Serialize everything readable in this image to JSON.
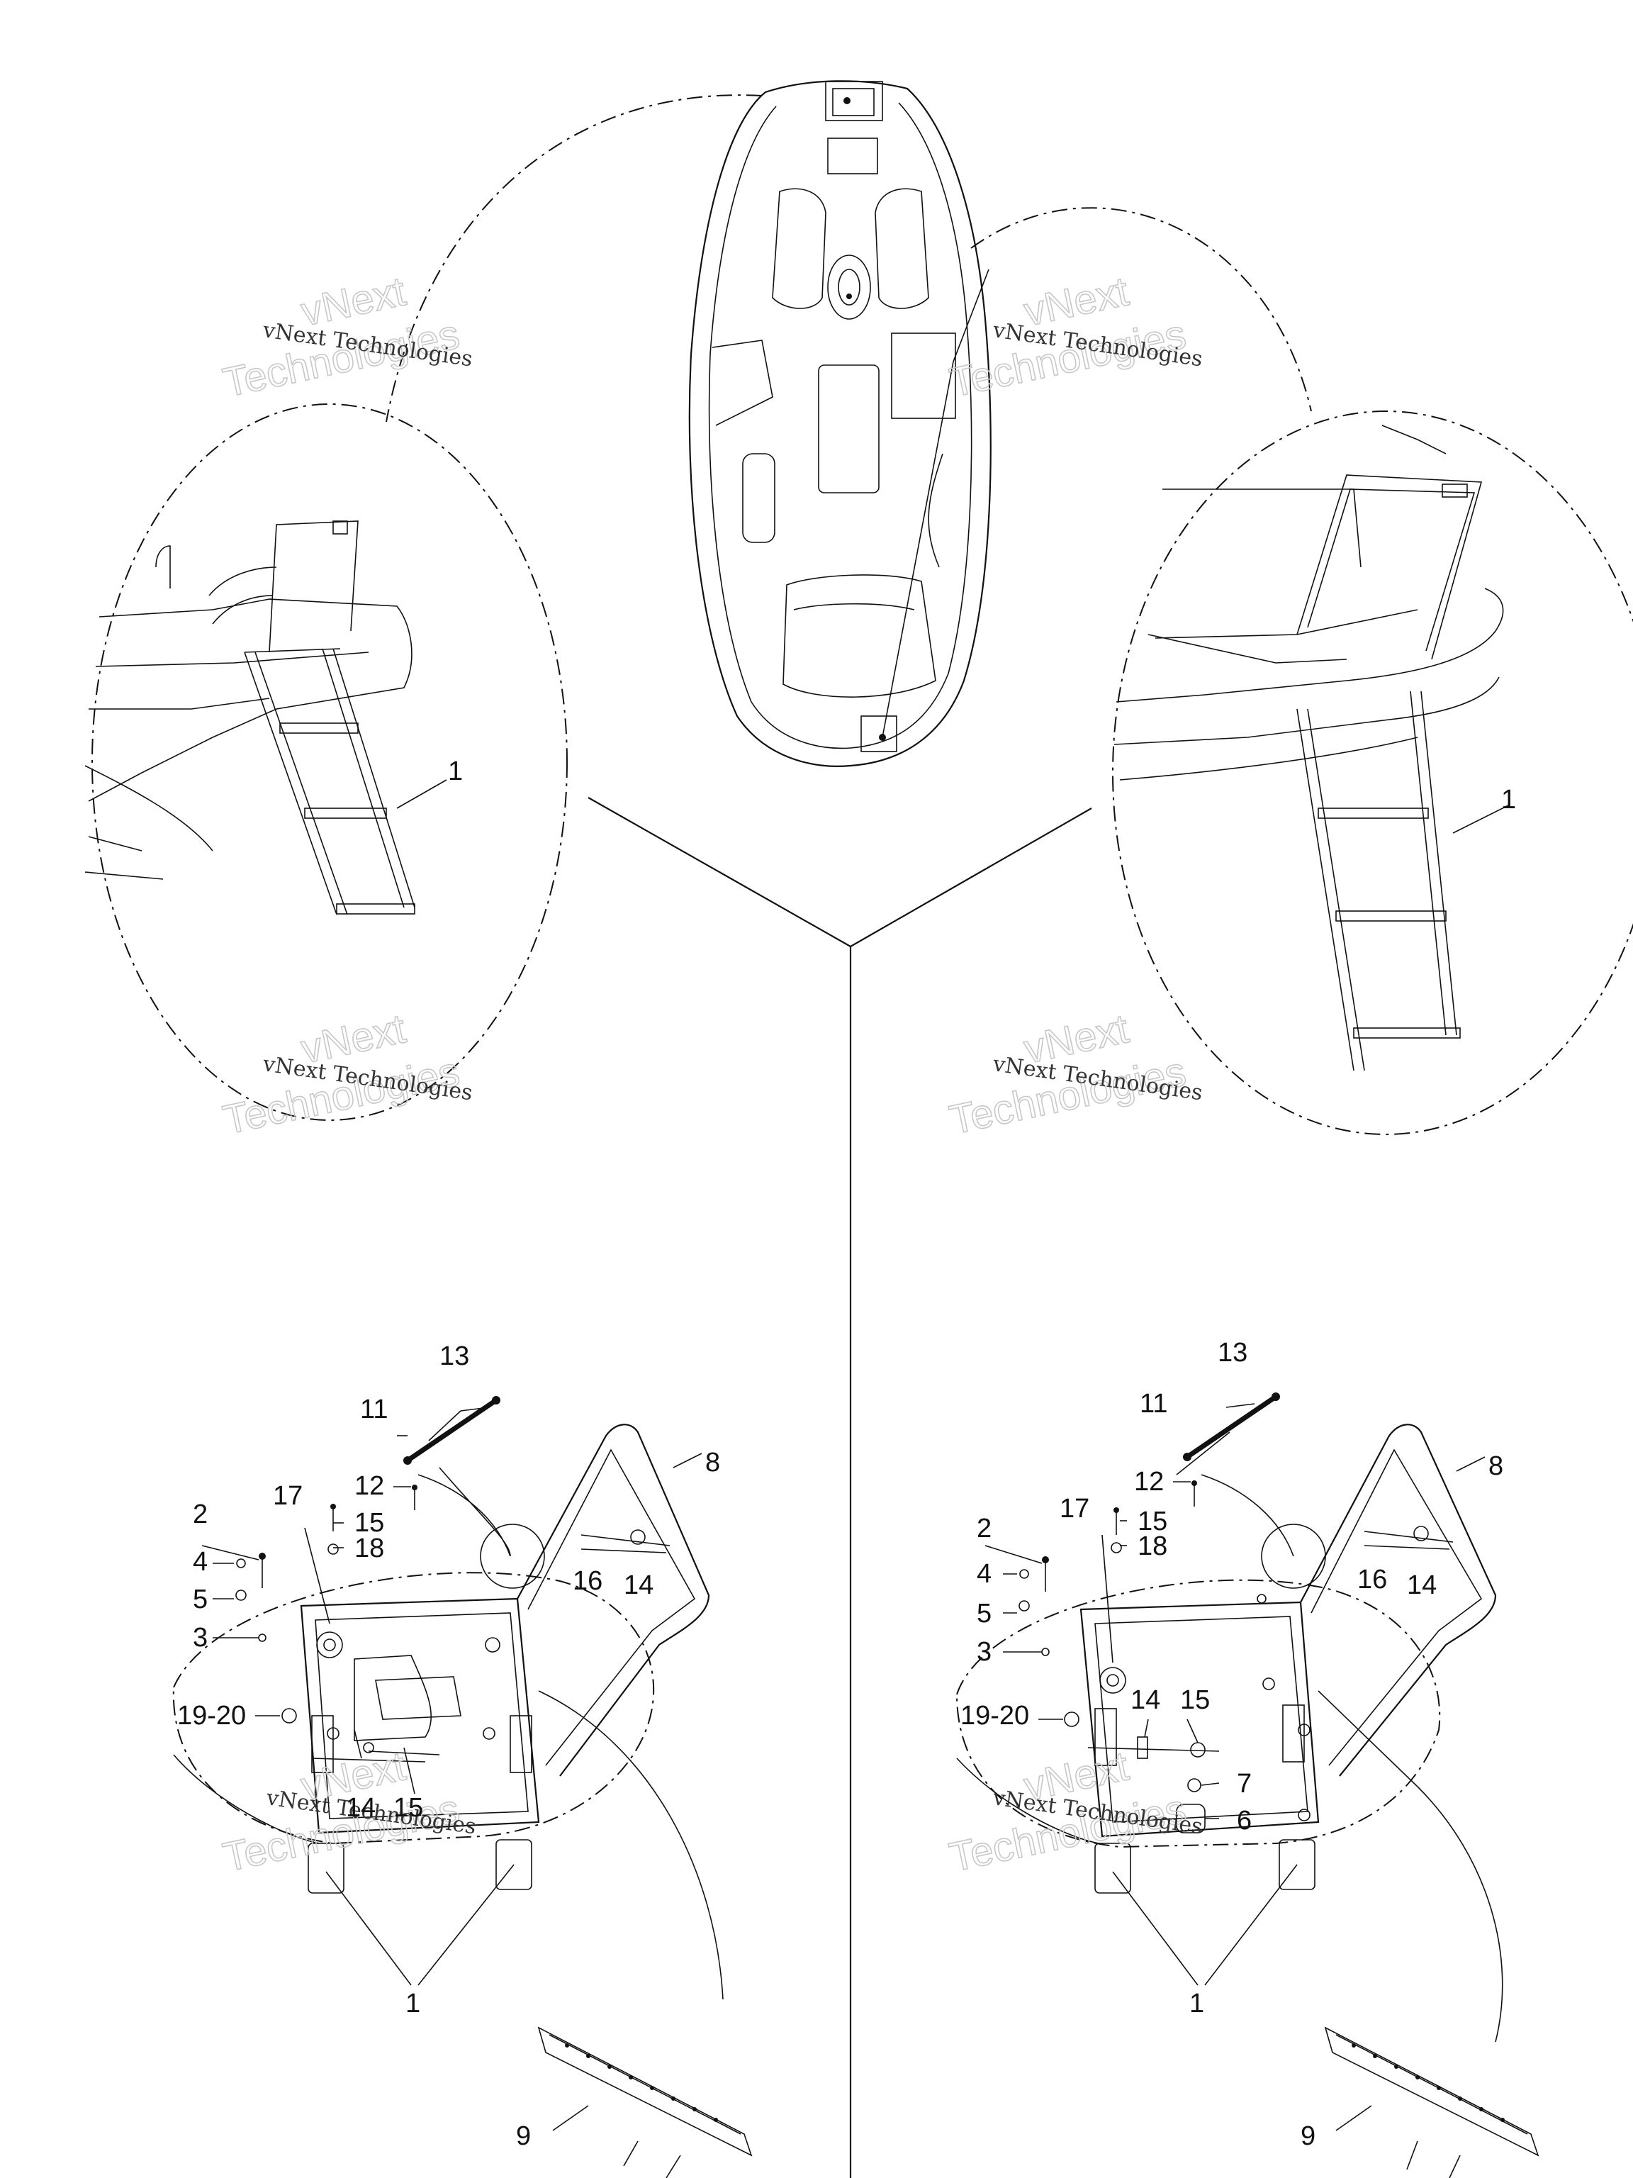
{
  "watermark": {
    "line1": "vNext",
    "line2": "Technologies",
    "small": "vNext Technologies"
  },
  "callouts": {
    "tl_ladder": "1",
    "tr_ladder": "1",
    "bl": {
      "c13": "13",
      "c11": "11",
      "c12": "12",
      "c8": "8",
      "c2": "2",
      "c17": "17",
      "c15a": "15",
      "c18": "18",
      "c4": "4",
      "c5": "5",
      "c16": "16",
      "c14a": "14",
      "c3": "3",
      "c1920": "19-20",
      "c14b": "14",
      "c15b": "15",
      "c1": "1",
      "c9": "9"
    },
    "br": {
      "c13": "13",
      "c11": "11",
      "c12": "12",
      "c8": "8",
      "c2": "2",
      "c17": "17",
      "c15a": "15",
      "c18": "18",
      "c4": "4",
      "c5": "5",
      "c16": "16",
      "c14a": "14",
      "c3": "3",
      "c1920": "19-20",
      "c14b": "14",
      "c15b": "15",
      "c7": "7",
      "c6": "6",
      "c1": "1",
      "c9": "9"
    }
  }
}
